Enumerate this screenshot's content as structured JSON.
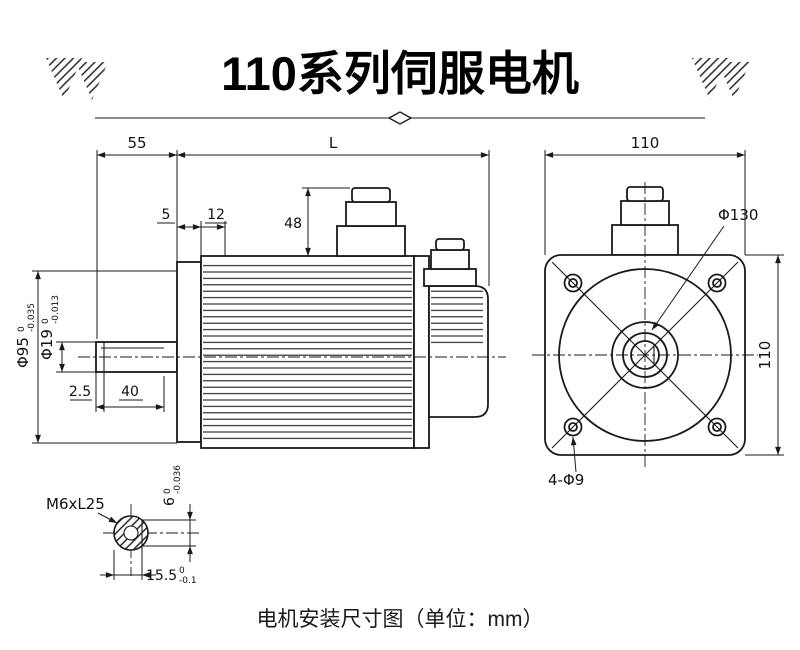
{
  "title": "110系列伺服电机",
  "caption": "电机安装尺寸图（单位：mm）",
  "side_view": {
    "dim_shaft_len": "55",
    "dim_body_len": "L",
    "dim_5": "5",
    "dim_12": "12",
    "dim_connector_height": "48",
    "pilot_dia": "Φ95",
    "pilot_tol_upper": "0",
    "pilot_tol_lower": "-0.035",
    "shaft_dia": "Φ19",
    "shaft_tol_upper": "0",
    "shaft_tol_lower": "-0.013",
    "dim_2_5": "2.5",
    "dim_40": "40"
  },
  "front_view": {
    "dim_width": "110",
    "dim_height": "110",
    "dim_pilot_circle": "Φ130",
    "dim_mount_holes": "4-Φ9"
  },
  "shaft_detail": {
    "thread_label": "M6xL25",
    "key_width": "6",
    "key_width_tol_upper": "0",
    "key_width_tol_lower": "-0.036",
    "key_flat": "15.5",
    "key_flat_tol_upper": "0",
    "key_flat_tol_lower": "-0.1"
  }
}
